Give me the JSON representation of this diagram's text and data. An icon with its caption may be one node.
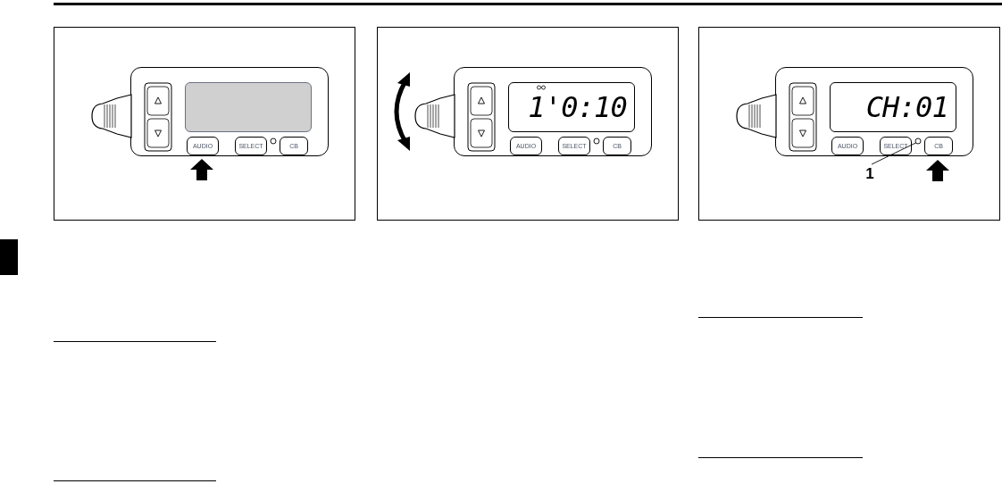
{
  "diagram": {
    "nodes": [
      {
        "text": [],
        "shape": "box"
      },
      {
        "text": [
          "AUDIO"
        ]
      },
      {
        "text": [
          "SELECT"
        ]
      },
      {
        "text": [
          "CB"
        ]
      },
      {
        "text": [
          "1'0:10"
        ]
      },
      {
        "text": [
          "AUDIO"
        ]
      },
      {
        "text": [
          "SELECT"
        ]
      },
      {
        "text": [
          "CB"
        ]
      },
      {
        "text": [
          "CH:01"
        ]
      },
      {
        "text": [
          "AUDIO"
        ]
      },
      {
        "text": [
          "SELECT"
        ]
      },
      {
        "text": [
          "CB"
        ]
      },
      {
        "text": [],
        "shape": "circle"
      },
      {
        "text": [
          "1"
        ]
      }
    ],
    "edges": [
      {
        "from": 13,
        "to": 12,
        "arrow": "none"
      }
    ]
  }
}
